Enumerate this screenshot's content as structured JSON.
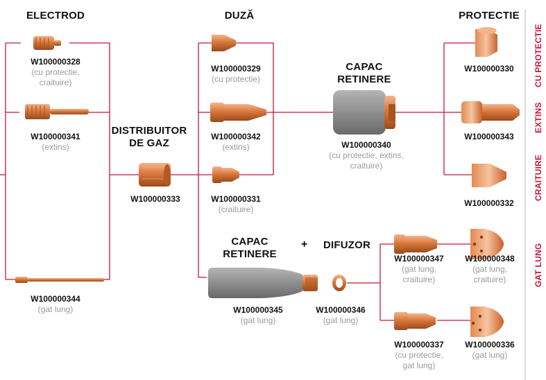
{
  "headers": {
    "electrod": "ELECTROD",
    "duza": "DUZĂ",
    "protectie": "PROTECTIE",
    "distribuitor_1": "DISTRIBUITOR",
    "distribuitor_2": "DE GAZ",
    "capac1_1": "CAPAC",
    "capac1_2": "RETINERE",
    "capac2_1": "CAPAC",
    "capac2_2": "RETINERE",
    "plus": "+",
    "difuzor": "DIFUZOR"
  },
  "side_labels": {
    "cu_protectie": "CU PROTECTIE",
    "extins": "EXTINS",
    "craituire": "CRAITUIRE",
    "gat_lung": "GAT LUNG"
  },
  "parts": {
    "p328": {
      "code": "W100000328",
      "note1": "(cu protectie,",
      "note2": "craituire)"
    },
    "p341": {
      "code": "W100000341",
      "note1": "(extins)"
    },
    "p344": {
      "code": "W100000344",
      "note1": "(gat lung)"
    },
    "p333": {
      "code": "W100000333"
    },
    "p329": {
      "code": "W100000329",
      "note1": "(cu protectie)"
    },
    "p342": {
      "code": "W100000342",
      "note1": "(extins)"
    },
    "p331": {
      "code": "W100000331",
      "note1": "(craituire)"
    },
    "p340": {
      "code": "W100000340",
      "note1": "(cu protectie, extins,",
      "note2": "craituire)"
    },
    "p330": {
      "code": "W100000330"
    },
    "p343": {
      "code": "W100000343"
    },
    "p332": {
      "code": "W100000332"
    },
    "p345": {
      "code": "W100000345",
      "note1": "(gat lung)"
    },
    "p346": {
      "code": "W100000346",
      "note1": "(gat lung)"
    },
    "p347": {
      "code": "W100000347",
      "note1": "(gat lung,",
      "note2": "craituire)"
    },
    "p348": {
      "code": "W100000348",
      "note1": "(gat lung,",
      "note2": "craituire)"
    },
    "p337": {
      "code": "W100000337",
      "note1": "(cu protectie,",
      "note2": "gat lung)"
    },
    "p336": {
      "code": "W100000336",
      "note1": "(gat lung)"
    }
  },
  "colors": {
    "line": "#c2183a",
    "copper": "#d9783c",
    "gray": "#8c8c8c",
    "text": "#111111",
    "note": "#9a9a9a"
  }
}
